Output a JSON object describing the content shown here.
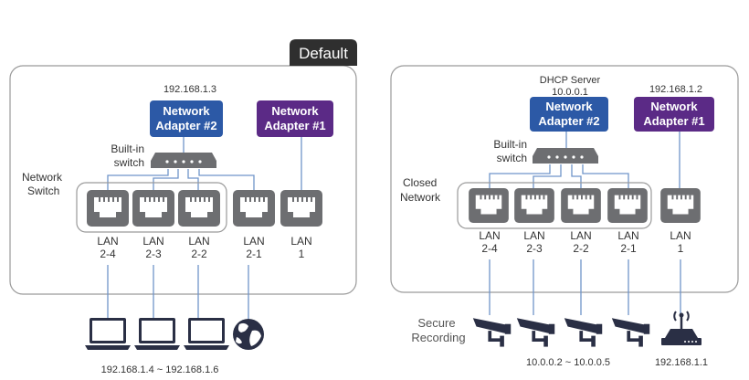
{
  "colors": {
    "adapter2": "#2c59a6",
    "adapter1": "#5b2a86",
    "link": "#6f94c9",
    "port": "#6d6e71",
    "panel_border": "#9a9a9a",
    "tab": "#2f2f2f",
    "text": "#333333"
  },
  "left": {
    "tab_label": "Default",
    "adapter2_ip": "192.168.1.3",
    "adapter2_label": [
      "Network",
      "Adapter #2"
    ],
    "adapter1_label": [
      "Network",
      "Adapter #1"
    ],
    "switch_label": [
      "Built-in",
      "switch"
    ],
    "group_label": [
      "Network",
      "Switch"
    ],
    "ports": [
      {
        "line1": "LAN",
        "line2": "2-4"
      },
      {
        "line1": "LAN",
        "line2": "2-3"
      },
      {
        "line1": "LAN",
        "line2": "2-2"
      },
      {
        "line1": "LAN",
        "line2": "2-1"
      },
      {
        "line1": "LAN",
        "line2": "1"
      }
    ],
    "devices": [
      "laptop-icon",
      "laptop-icon",
      "laptop-icon",
      "globe-icon"
    ],
    "devices_ip": "192.168.1.4 ~ 192.168.1.6"
  },
  "right": {
    "dhcp_label": "DHCP Server",
    "adapter2_ip": "10.0.0.1",
    "adapter1_ip": "192.168.1.2",
    "adapter2_label": [
      "Network",
      "Adapter #2"
    ],
    "adapter1_label": [
      "Network",
      "Adapter #1"
    ],
    "switch_label": [
      "Built-in",
      "switch"
    ],
    "group_label": [
      "Closed",
      "Network"
    ],
    "ports": [
      {
        "line1": "LAN",
        "line2": "2-4"
      },
      {
        "line1": "LAN",
        "line2": "2-3"
      },
      {
        "line1": "LAN",
        "line2": "2-2"
      },
      {
        "line1": "LAN",
        "line2": "2-1"
      },
      {
        "line1": "LAN",
        "line2": "1"
      }
    ],
    "recording_label": [
      "Secure",
      "Recording"
    ],
    "devices": [
      "camera-icon",
      "camera-icon",
      "camera-icon",
      "camera-icon",
      "router-icon"
    ],
    "cameras_ip": "10.0.0.2 ~ 10.0.0.5",
    "router_ip": "192.168.1.1"
  }
}
